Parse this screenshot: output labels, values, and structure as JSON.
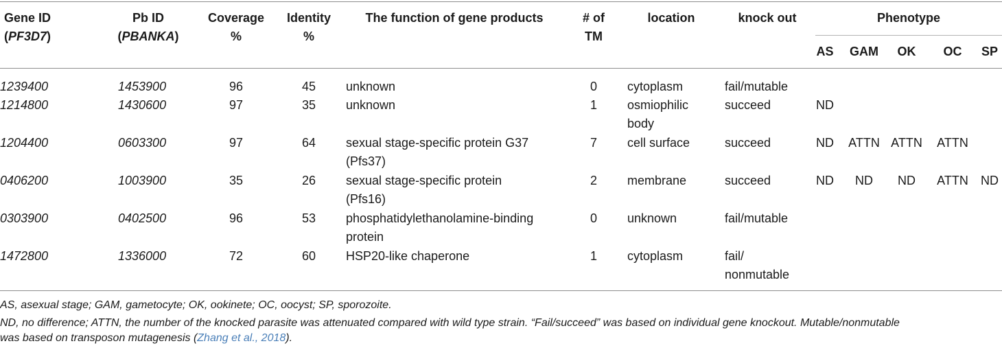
{
  "headers": {
    "gene_id": "Gene ID",
    "gene_id_sub": "PF3D7",
    "pb_id": "Pb ID",
    "pb_id_sub": "PBANKA",
    "coverage": "Coverage",
    "identity": "Identity",
    "percent": "%",
    "function": "The function of gene products",
    "tm_1": "# of",
    "tm_2": "TM",
    "location": "location",
    "knockout": "knock out",
    "phenotype": "Phenotype",
    "phenotype_cols": [
      "AS",
      "GAM",
      "OK",
      "OC",
      "SP"
    ]
  },
  "rows": [
    {
      "gene_id": "1239400",
      "pb_id": "1453900",
      "coverage": "96",
      "identity": "45",
      "function": [
        "unknown"
      ],
      "tm": "0",
      "location": [
        "cytoplasm"
      ],
      "knockout": [
        "fail/mutable"
      ],
      "phenotype": [
        "",
        "",
        "",
        "",
        ""
      ]
    },
    {
      "gene_id": "1214800",
      "pb_id": "1430600",
      "coverage": "97",
      "identity": "35",
      "function": [
        "unknown"
      ],
      "tm": "1",
      "location": [
        "osmiophilic",
        "body"
      ],
      "knockout": [
        "succeed"
      ],
      "phenotype": [
        "ND",
        "",
        "",
        "",
        ""
      ]
    },
    {
      "gene_id": "1204400",
      "pb_id": "0603300",
      "coverage": "97",
      "identity": "64",
      "function": [
        "sexual stage-specific protein G37",
        "(Pfs37)"
      ],
      "tm": "7",
      "location": [
        "cell surface"
      ],
      "knockout": [
        "succeed"
      ],
      "phenotype": [
        "ND",
        "ATTN",
        "ATTN",
        "ATTN",
        ""
      ]
    },
    {
      "gene_id": "0406200",
      "pb_id": "1003900",
      "coverage": "35",
      "identity": "26",
      "function": [
        "sexual stage-specific protein",
        "(Pfs16)"
      ],
      "tm": "2",
      "location": [
        "membrane"
      ],
      "knockout": [
        "succeed"
      ],
      "phenotype": [
        "ND",
        "ND",
        "ND",
        "ATTN",
        "ND"
      ]
    },
    {
      "gene_id": "0303900",
      "pb_id": "0402500",
      "coverage": "96",
      "identity": "53",
      "function": [
        "phosphatidylethanolamine-binding",
        "protein"
      ],
      "tm": "0",
      "location": [
        "unknown"
      ],
      "knockout": [
        "fail/mutable"
      ],
      "phenotype": [
        "",
        "",
        "",
        "",
        ""
      ]
    },
    {
      "gene_id": "1472800",
      "pb_id": "1336000",
      "coverage": "72",
      "identity": "60",
      "function": [
        "HSP20-like chaperone"
      ],
      "tm": "1",
      "location": [
        "cytoplasm"
      ],
      "knockout": [
        "fail/",
        "nonmutable"
      ],
      "phenotype": [
        "",
        "",
        "",
        "",
        ""
      ]
    }
  ],
  "footnotes": {
    "line1": "AS, asexual stage; GAM, gametocyte; OK, ookinete; OC, oocyst; SP, sporozoite.",
    "line2": "ND, no difference; ATTN, the number of the knocked parasite was attenuated compared with wild type strain. “Fail/succeed” was based on individual gene knockout. Mutable/nonmutable",
    "line3_prefix": "was based on transposon mutagenesis (",
    "line3_link": "Zhang et al., 2018",
    "line3_suffix": ")."
  }
}
